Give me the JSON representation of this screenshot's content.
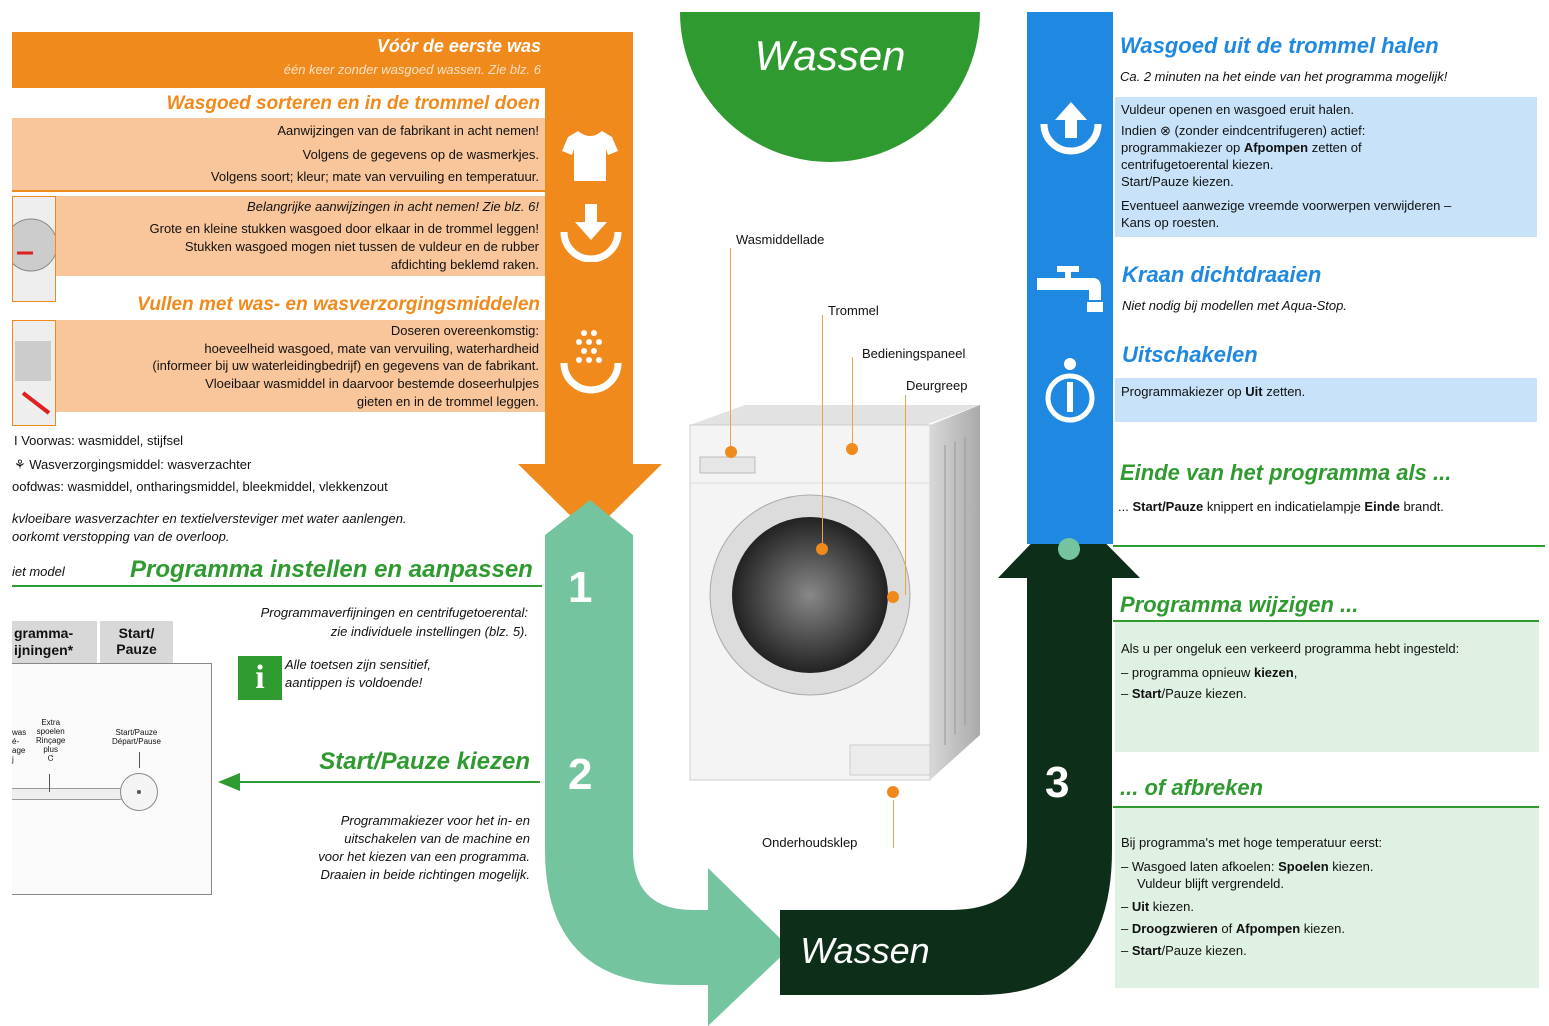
{
  "colors": {
    "orange": "#f08a1c",
    "green": "#2f9a2f",
    "blue": "#1f88e0",
    "teal": "#75c4a0",
    "dark_green": "#0d2e18"
  },
  "center": {
    "title_top": "Wassen",
    "title_bottom": "Wassen"
  },
  "steps": {
    "one": "1",
    "two": "2",
    "three": "3"
  },
  "left": {
    "before_first": {
      "title": "Vóór de eerste was",
      "text": "één keer zonder wasgoed wassen. Zie blz. 6"
    },
    "sort": {
      "title": "Wasgoed sorteren en in de trommel doen",
      "lines": [
        "Aanwijzingen van de fabrikant in acht nemen!",
        "Volgens de gegevens op de wasmerkjes.",
        "Volgens soort; kleur; mate van vervuiling en temperatuur."
      ]
    },
    "important": {
      "title": "Belangrijke aanwijzingen in acht nemen! Zie blz. 6!",
      "lines": [
        "Grote en kleine stukken wasgoed door elkaar in de trommel leggen!",
        "Stukken wasgoed mogen niet tussen de vuldeur en de rubber",
        "afdichting beklemd raken."
      ]
    },
    "fill": {
      "title": "Vullen met was- en wasverzorgingsmiddelen",
      "lines": [
        "Doseren overeenkomstig:",
        "hoeveelheid wasgoed, mate van vervuiling, waterhardheid",
        "(informeer bij uw waterleidingbedrijf) en gegevens van de fabrikant.",
        "Vloeibaar wasmiddel in daarvoor bestemde doseerhulpjes",
        "gieten en in de trommel leggen."
      ]
    },
    "compartments": [
      "I Voorwas: wasmiddel, stijfsel",
      "⚘ Wasverzorgingsmiddel: wasverzachter",
      "oofdwas: wasmiddel, ontharingsmiddel, bleekmiddel, vlekkenzout"
    ],
    "note": [
      "kvloeibare wasverzachter en textielversteviger met water aanlengen.",
      "oorkomt verstopping van de overloop."
    ],
    "model_label": "iet model",
    "program": {
      "title": "Programma instellen en aanpassen",
      "text": [
        "Programmaverfijningen en centrifugetoerental:",
        "zie individuele instellingen (blz. 5)."
      ],
      "info": [
        "Alle toetsen zijn sensitief,",
        "aantippen is voldoende!"
      ],
      "info_icon": "i"
    },
    "panel": {
      "tab1": [
        "gramma-",
        "ijningen*"
      ],
      "tab2": [
        "Start/",
        "Pauze"
      ],
      "col1": [
        "was",
        "é-",
        "age",
        "j"
      ],
      "col2": [
        "Extra",
        "spoelen",
        "Rinçage",
        "plus",
        "Ꮳ"
      ],
      "col3": [
        "Start/Pauze",
        "Départ/Pause"
      ]
    },
    "start": {
      "title": "Start/Pauze kiezen",
      "text": [
        "Programmakiezer voor het in- en",
        "uitschakelen van de machine en",
        "voor het kiezen van een programma.",
        "Draaien in beide richtingen mogelijk."
      ]
    }
  },
  "machine": {
    "labels": {
      "detergent": "Wasmiddellade",
      "drum": "Trommel",
      "panel": "Bedieningspaneel",
      "handle": "Deurgreep",
      "service": "Onderhoudsklep"
    }
  },
  "right": {
    "remove": {
      "title": "Wasgoed uit de trommel halen",
      "sub": "Ca. 2 minuten na het einde van het programma mogelijk!",
      "line1": "Vuldeur openen en wasgoed eruit halen.",
      "line2a": "Indien ⊗ (zonder eindcentrifugeren) actief:",
      "line2b": "programmakiezer op ",
      "line2b_bold": "Afpompen",
      "line2b_end": " zetten of",
      "line2c": "centrifugetoerental kiezen.",
      "line2d": "Start/Pauze kiezen.",
      "line3": "Eventueel aanwezige vreemde voorwerpen verwijderen –",
      "line4": "Kans op roesten."
    },
    "tap": {
      "title": "Kraan dichtdraaien",
      "sub": "Niet nodig bij modellen met Aqua-Stop."
    },
    "off": {
      "title": "Uitschakelen",
      "text_a": "Programmakiezer op ",
      "text_bold": "Uit",
      "text_b": " zetten."
    },
    "end": {
      "title": "Einde van het programma als ...",
      "a": "... ",
      "b": "Start/Pauze",
      "c": " knippert en indicatielampje ",
      "d": "Einde",
      "e": " brandt."
    },
    "change": {
      "title": "Programma wijzigen ...",
      "intro": "Als u per ongeluk een verkeerd programma hebt ingesteld:",
      "l1a": "– programma opnieuw ",
      "l1b": "kiezen",
      ",": ",",
      "l2a": "– ",
      "l2b": "Start",
      "l2c": "/Pauze kiezen."
    },
    "abort": {
      "title": "... of afbreken",
      "intro": "Bij programma's met hoge temperatuur eerst:",
      "l1a": "– Wasgoed laten afkoelen: ",
      "l1b": "Spoelen",
      "l1c": " kiezen.",
      "l1d": "Vuldeur blijft vergrendeld.",
      "l2a": "– ",
      "l2b": "Uit",
      "l2c": " kiezen.",
      "l3a": "– ",
      "l3b": "Droogzwieren",
      "l3c": " of ",
      "l3d": "Afpompen",
      "l3e": " kiezen.",
      "l4a": "– ",
      "l4b": "Start",
      "l4c": "/Pauze kiezen."
    }
  }
}
